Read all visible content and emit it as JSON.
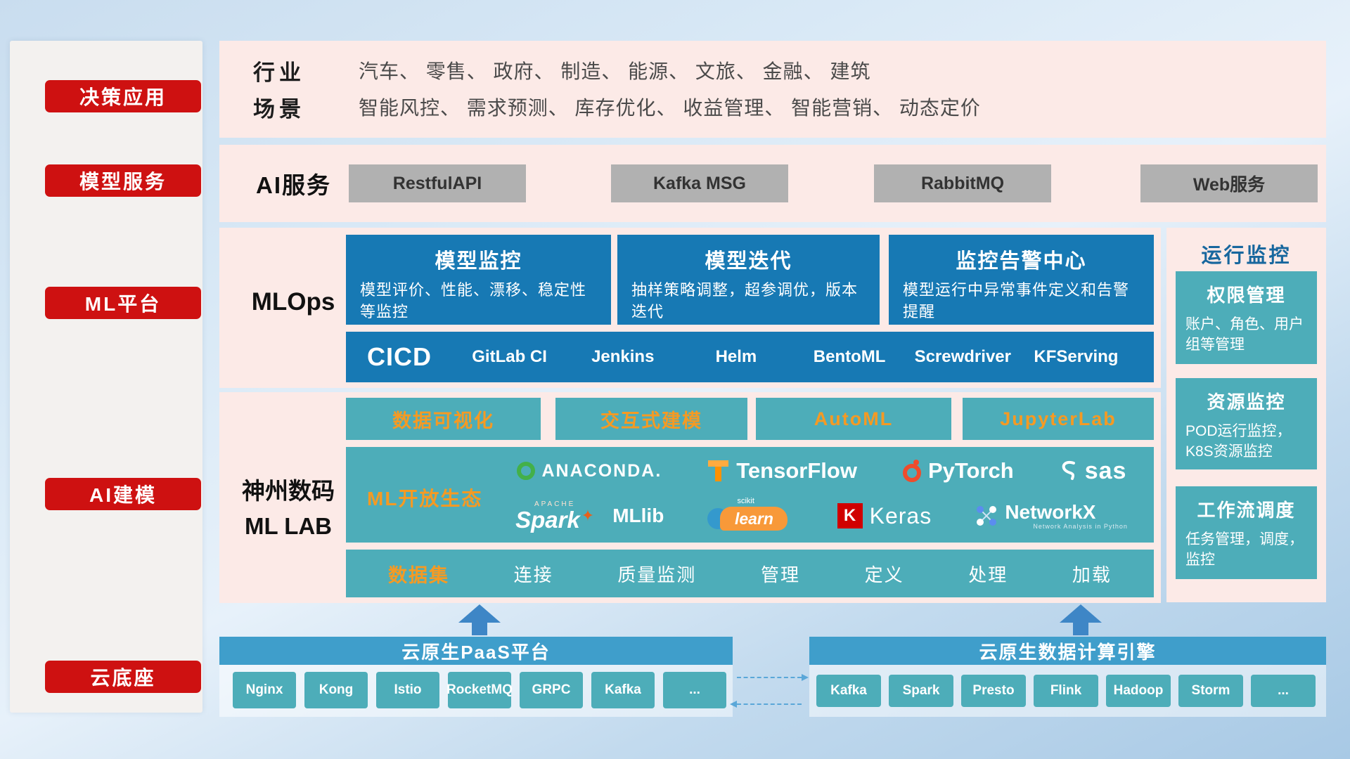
{
  "sidebar": {
    "items": [
      {
        "label": "决策应用"
      },
      {
        "label": "模型服务"
      },
      {
        "label": "ML平台"
      },
      {
        "label": "AI建模"
      },
      {
        "label": "云底座"
      }
    ]
  },
  "industry": {
    "rows": [
      {
        "label": "行业",
        "text": "汽车、 零售、 政府、 制造、 能源、 文旅、 金融、 建筑"
      },
      {
        "label": "场景",
        "text": "智能风控、 需求预测、 库存优化、 收益管理、 智能营销、 动态定价"
      }
    ]
  },
  "ai_service": {
    "label": "AI服务",
    "buttons": [
      "RestfulAPI",
      "Kafka MSG",
      "RabbitMQ",
      "Web服务"
    ]
  },
  "mlops": {
    "label": "MLOps",
    "cards": [
      {
        "title": "模型监控",
        "desc": "模型评价、性能、漂移、稳定性等监控"
      },
      {
        "title": "模型迭代",
        "desc": "抽样策略调整，超参调优，版本迭代"
      },
      {
        "title": "监控告警中心",
        "desc": "模型运行中异常事件定义和告警提醒"
      }
    ],
    "cicd": {
      "title": "CICD",
      "tools": [
        "GitLab CI",
        "Jenkins",
        "Helm",
        "BentoML",
        "Screwdriver",
        "KFServing"
      ]
    }
  },
  "mllab": {
    "label_line1": "神州数码",
    "label_line2": "ML LAB",
    "top_buttons": [
      "数据可视化",
      "交互式建模",
      "AutoML",
      "JupyterLab"
    ],
    "ecosystem": {
      "label": "ML开放生态",
      "anaconda": "ANACONDA.",
      "tensorflow": "TensorFlow",
      "pytorch": "PyTorch",
      "sas": "sas",
      "spark_apache": "APACHE",
      "spark": "Spark",
      "spark_star": "✦",
      "mllib": "MLlib",
      "scikit_small": "scikit",
      "scikit_learn": "learn",
      "keras_letter": "K",
      "keras": "Keras",
      "networkx": "NetworkX",
      "networkx_sub": "Network Analysis in Python"
    },
    "data_bar": {
      "items": [
        "数据集",
        "连接",
        "质量监测",
        "管理",
        "定义",
        "处理",
        "加载"
      ]
    }
  },
  "monitor": {
    "title": "运行监控",
    "cards": [
      {
        "title": "权限管理",
        "desc": "账户、角色、用户组等管理"
      },
      {
        "title": "资源监控",
        "desc": "POD运行监控，K8S资源监控"
      },
      {
        "title": "工作流调度",
        "desc": "任务管理，调度，监控"
      }
    ]
  },
  "bottom": {
    "left": {
      "title": "云原生PaaS平台",
      "buttons": [
        "Nginx",
        "Kong",
        "Istio",
        "RocketMQ",
        "GRPC",
        "Kafka",
        "..."
      ]
    },
    "right": {
      "title": "云原生数据计算引擎",
      "buttons": [
        "Kafka",
        "Spark",
        "Presto",
        "Flink",
        "Hadoop",
        "Storm",
        "..."
      ]
    }
  },
  "colors": {
    "red": "#ce1111",
    "blue": "#1779b4",
    "teal": "#4dadb9",
    "orange": "#f59a23",
    "gray_button": "#b1b1b1",
    "header_blue": "#3f9ecb",
    "pink_band": "#fceae7"
  }
}
